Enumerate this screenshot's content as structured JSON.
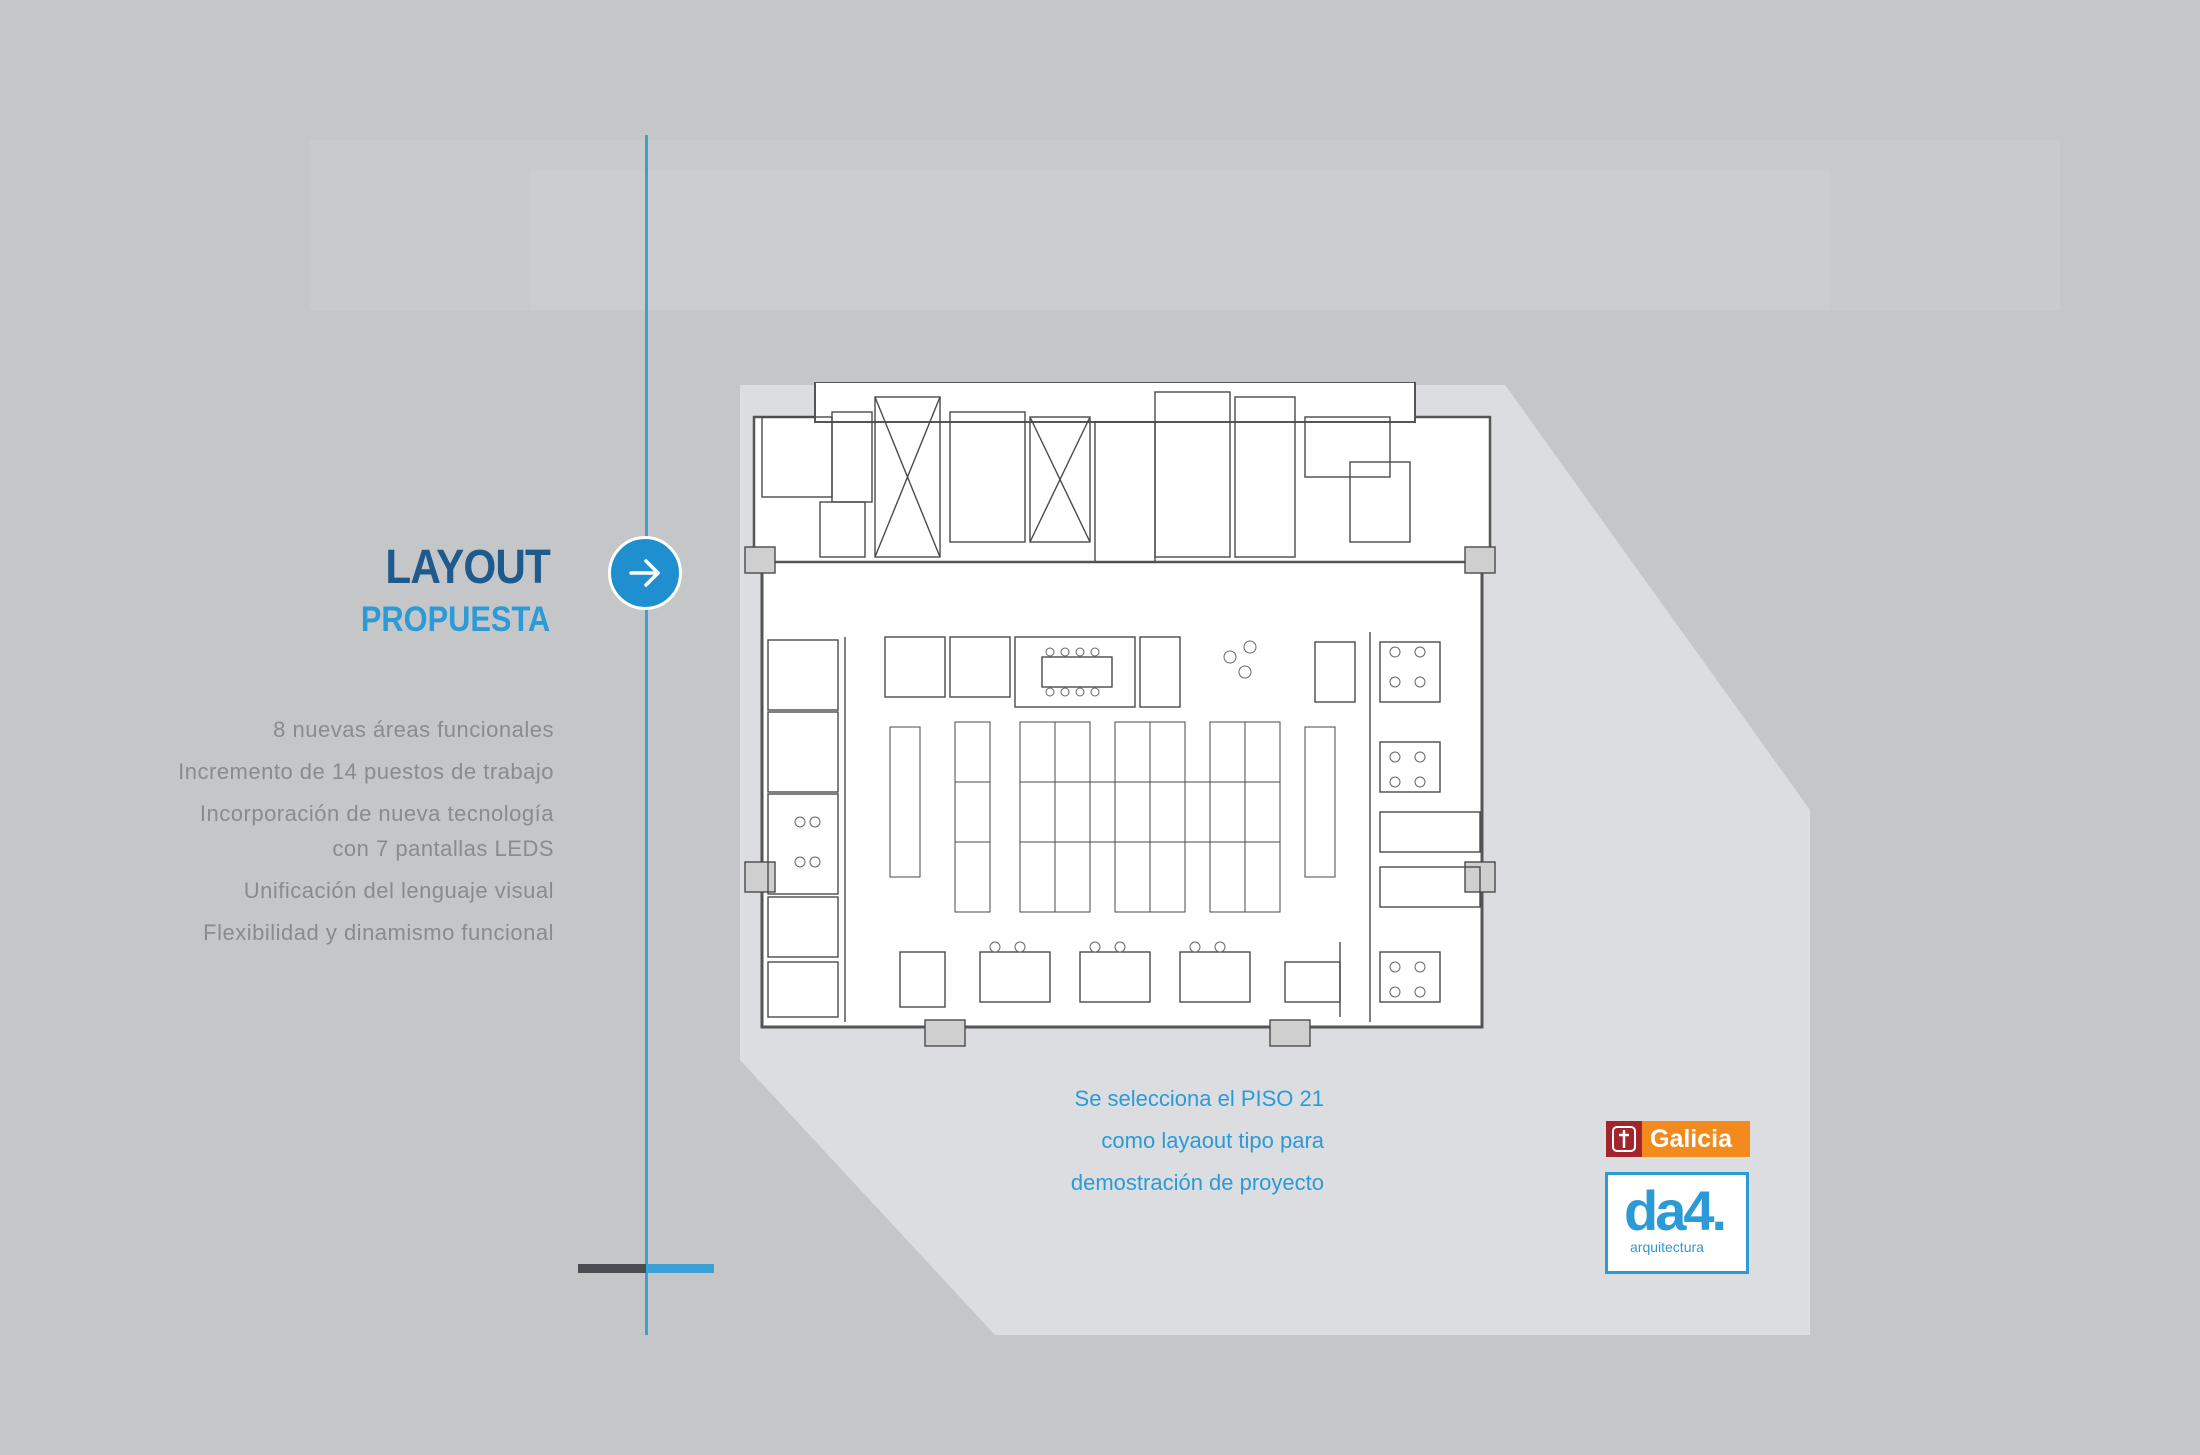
{
  "heading": {
    "title": "LAYOUT",
    "subtitle": "PROPUESTA"
  },
  "features": [
    "8 nuevas áreas funcionales",
    "Incremento de 14 puestos de trabajo",
    "Incorporación de nueva tecnología",
    "con 7 pantallas LEDS",
    "Unificación del lenguaje visual",
    "Flexibilidad y dinamismo funcional"
  ],
  "caption": [
    "Se selecciona el PISO 21",
    "como layaout tipo para",
    "demostración de proyecto"
  ],
  "logos": {
    "galicia": "Galicia",
    "da4_main": "da4.",
    "da4_sub": "arquitectura"
  },
  "colors": {
    "background": "#c5c6c8",
    "accent_blue": "#2c9ad6",
    "title_dark_blue": "#1e5a8c",
    "text_gray": "#8a8b8e",
    "galicia_orange": "#f28a1e",
    "galicia_red": "#a3242a"
  },
  "icons": {
    "arrow": "arrow-right-icon"
  }
}
